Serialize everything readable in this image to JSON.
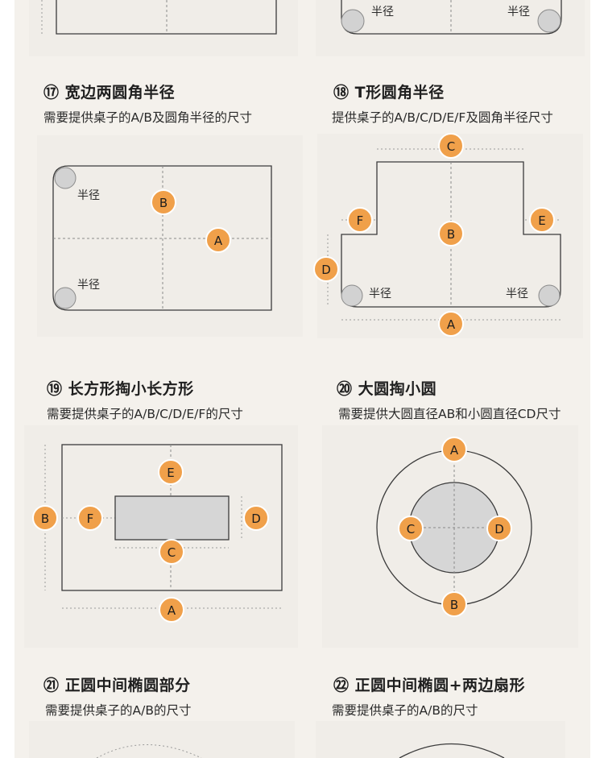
{
  "colors": {
    "badge": "#f0a04a",
    "panel": "#f0ede8",
    "background": "#f4f1ec",
    "line": "#3b3b3b"
  },
  "top": {
    "radius_left": "半径",
    "radius_right": "半径"
  },
  "s17": {
    "title": "⑰ 宽边两圆角半径",
    "subtitle": "需要提供桌子的A/B及圆角半径的尺寸",
    "radius_top": "半径",
    "radius_bottom": "半径",
    "badge_a": "A",
    "badge_b": "B"
  },
  "s18": {
    "title": "⑱ T形圆角半径",
    "subtitle": "提供桌子的A/B/C/D/E/F及圆角半径尺寸",
    "radius_left": "半径",
    "radius_right": "半径",
    "badge_a": "A",
    "badge_b": "B",
    "badge_c": "C",
    "badge_d": "D",
    "badge_e": "E",
    "badge_f": "F"
  },
  "s19": {
    "title": "⑲ 长方形掏小长方形",
    "subtitle": "需要提供桌子的A/B/C/D/E/F的尺寸",
    "badge_a": "A",
    "badge_b": "B",
    "badge_c": "C",
    "badge_d": "D",
    "badge_e": "E",
    "badge_f": "F"
  },
  "s20": {
    "title": "⑳ 大圆掏小圆",
    "subtitle": "需要提供大圆直径AB和小圆直径CD尺寸",
    "badge_a": "A",
    "badge_b": "B",
    "badge_c": "C",
    "badge_d": "D"
  },
  "s21": {
    "title": "㉑ 正圆中间椭圆部分",
    "subtitle": "需要提供桌子的A/B的尺寸"
  },
  "s22": {
    "title": "㉒ 正圆中间椭圆+两边扇形",
    "subtitle": "需要提供桌子的A/B的尺寸"
  }
}
